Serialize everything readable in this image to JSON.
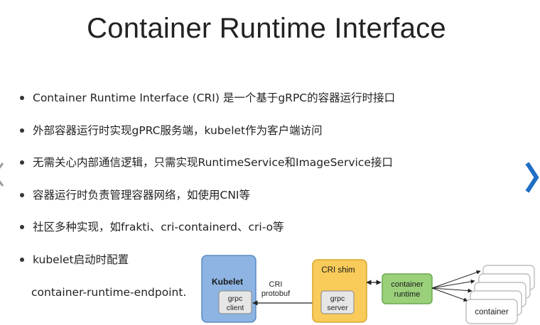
{
  "slide": {
    "title": "Container Runtime Interface"
  },
  "bullets": [
    {
      "text": "Container Runtime Interface (CRI) 是一个基于gRPC的容器运行时接口"
    },
    {
      "text": "外部容器运行时实现gPRC服务端，kubelet作为客户端访问"
    },
    {
      "text": "无需关心内部通信逻辑，只需实现RuntimeService和ImageService接口"
    },
    {
      "text": "容器运行时负责管理容器网络，如使用CNI等"
    },
    {
      "text": "社区多种实现，如frakti、cri-containerd、cri-o等"
    },
    {
      "text": "kubelet启动时配置"
    }
  ],
  "subline": "container-runtime-endpoint.",
  "diagram": {
    "kubelet_title": "Kubelet",
    "kubelet_inner_line1": "grpc",
    "kubelet_inner_line2": "client",
    "link_label_line1": "CRI",
    "link_label_line2": "protobuf",
    "shim_title": "CRI shim",
    "shim_inner_line1": "grpc",
    "shim_inner_line2": "server",
    "runtime_line1": "container",
    "runtime_line2": "runtime",
    "container_label": "container",
    "colors": {
      "kubelet_fill": "#8db4e2",
      "kubelet_stroke": "#5b8cc4",
      "shim_fill": "#f9cb5a",
      "shim_stroke": "#d9a62c",
      "runtime_fill": "#9bd07a",
      "runtime_stroke": "#6aa84f",
      "inner_fill": "#e6e6e6",
      "container_stroke": "#b0b0b0",
      "nav_arrow": "#1f6fc5"
    }
  },
  "nav": {
    "prev_icon": "chevron-left-icon",
    "next_icon": "chevron-right-icon"
  }
}
